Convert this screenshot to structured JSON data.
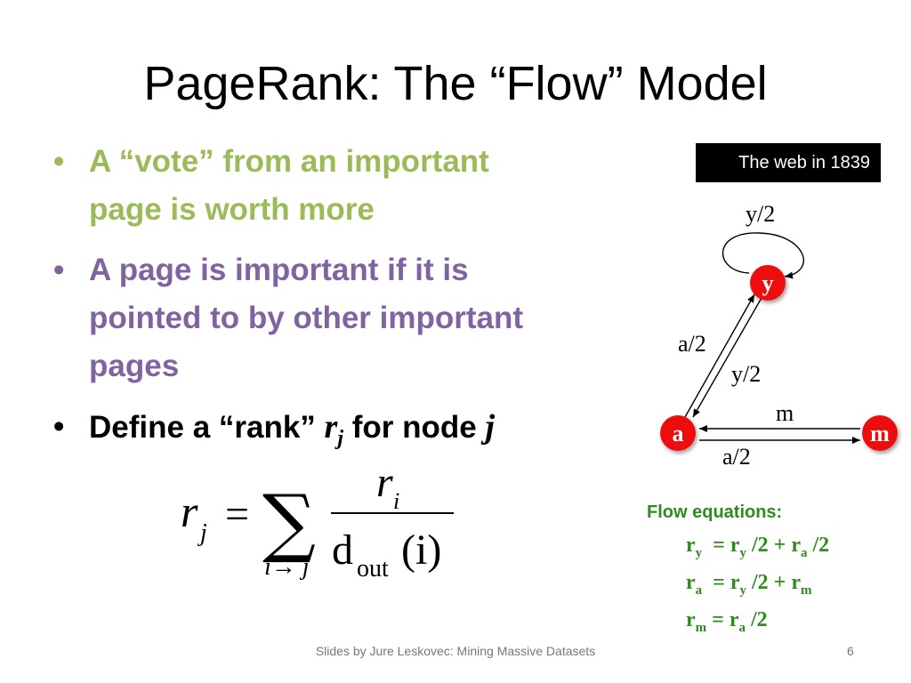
{
  "title": "PageRank: The “Flow” Model",
  "bullets": [
    {
      "dot": "•",
      "line1": "A “vote” from an important",
      "line2": "page is worth more",
      "color": "#9bbb59"
    },
    {
      "dot": "•",
      "line1": "A page is important if it is",
      "line2": "pointed to by other important",
      "line3": "pages",
      "color": "#8064a2"
    },
    {
      "dot": "•",
      "prefix": "Define a “rank” ",
      "var_r": "r",
      "var_sub": "j",
      "middle": " for node ",
      "var_j": "j"
    }
  ],
  "formula": {
    "lhs_r": "r",
    "lhs_sub": "j",
    "equals": "=",
    "sum": "∑",
    "sum_index": "i→ j",
    "num_r": "r",
    "num_sub": "i",
    "den_d": "d",
    "den_sub": "out",
    "den_arg": "(i)"
  },
  "web_label": "The web in 1839",
  "graph": {
    "nodes": {
      "y": "y",
      "a": "a",
      "m": "m"
    },
    "edge_labels": {
      "self_y": "y/2",
      "a_to_y": "a/2",
      "y_to_a": "y/2",
      "m_to_a": "m",
      "a_to_m": "a/2"
    },
    "node_color": "#ee1111"
  },
  "flow": {
    "title": "Flow equations:",
    "eq1": {
      "r": "r",
      "s1": "y",
      "op": "= r",
      "s2": "y",
      "t1": "/2 + r",
      "s3": "a",
      "t2": "/2"
    },
    "eq2": {
      "r": "r",
      "s1": "a",
      "op": "= r",
      "s2": "y",
      "t1": "/2 + r",
      "s3": "m"
    },
    "eq3": {
      "r": "r",
      "s1": "m",
      "op": "= r",
      "s2": "a",
      "t1": "/2"
    },
    "color": "#2e8b1e"
  },
  "footer": "Slides by Jure Leskovec: Mining Massive Datasets",
  "page_number": "6"
}
